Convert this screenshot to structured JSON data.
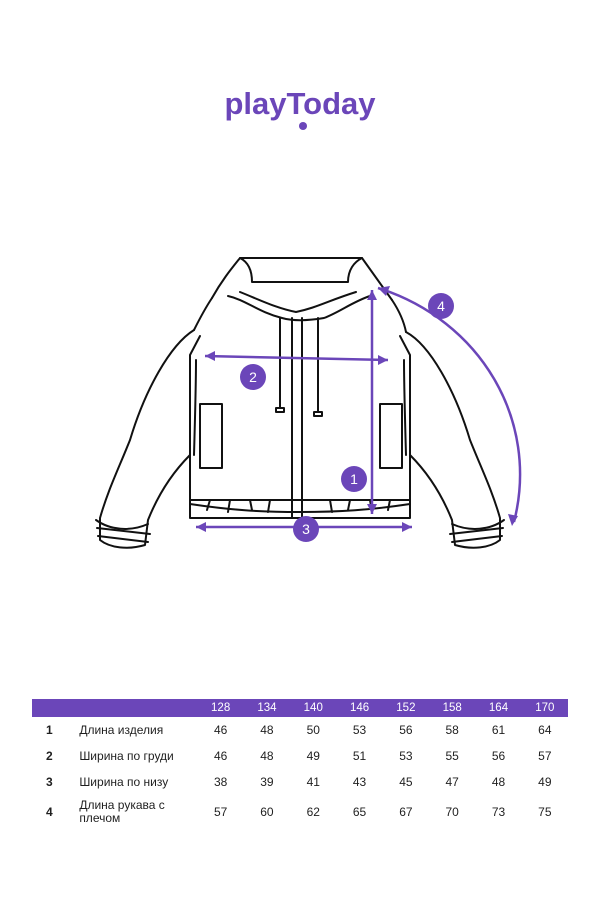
{
  "brand": {
    "name": "playToday",
    "accent": "#6b46b9"
  },
  "diagram": {
    "markers": [
      {
        "id": "1",
        "label": "1"
      },
      {
        "id": "2",
        "label": "2"
      },
      {
        "id": "3",
        "label": "3"
      },
      {
        "id": "4",
        "label": "4"
      }
    ]
  },
  "size_table": {
    "header_sizes": [
      "128",
      "134",
      "140",
      "146",
      "152",
      "158",
      "164",
      "170"
    ],
    "rows": [
      {
        "num": "1",
        "label": "Длина изделия",
        "values": [
          "46",
          "48",
          "50",
          "53",
          "56",
          "58",
          "61",
          "64"
        ]
      },
      {
        "num": "2",
        "label": "Ширина по груди",
        "values": [
          "46",
          "48",
          "49",
          "51",
          "53",
          "55",
          "56",
          "57"
        ]
      },
      {
        "num": "3",
        "label": "Ширина по низу",
        "values": [
          "38",
          "39",
          "41",
          "43",
          "45",
          "47",
          "48",
          "49"
        ]
      },
      {
        "num": "4",
        "label": "Длина рукава с плечом",
        "values": [
          "57",
          "60",
          "62",
          "65",
          "67",
          "70",
          "73",
          "75"
        ]
      }
    ]
  }
}
